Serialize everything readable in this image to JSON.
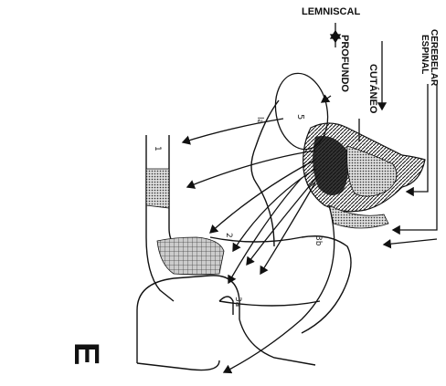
{
  "figure": {
    "panel_letter": "E",
    "labels": {
      "lemniscal": "LEMNISCAL",
      "profundo": "PROFUNDO",
      "cutaneo": "CUTÁNEO",
      "espinal": "ESPINAL",
      "cerebelar": "CEREBELAR"
    },
    "region_marks": {
      "mark_5": "5",
      "mark_la": "la",
      "mark_3a": "3a",
      "mark_1": "1",
      "mark_2": "2",
      "mark_3b": "3b"
    },
    "colors": {
      "ink": "#111111",
      "paper": "#ffffff"
    }
  }
}
